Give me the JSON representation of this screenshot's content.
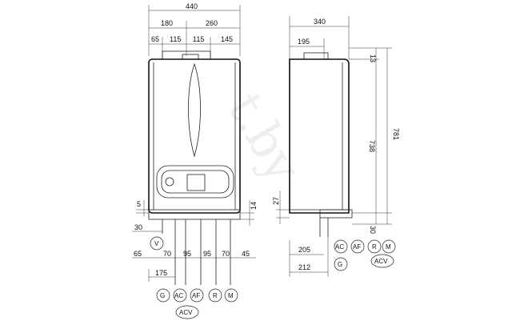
{
  "front": {
    "overall_width": "440",
    "left_span": "180",
    "right_span": "260",
    "top_segments": [
      "65",
      "115",
      "115",
      "145"
    ],
    "left_offsets": [
      "5",
      "30",
      "65"
    ],
    "right_offset": "14",
    "bottom_segments": [
      "70",
      "95",
      "95",
      "70",
      "45"
    ],
    "span_175": "175",
    "connections": [
      "G",
      "AC",
      "AF",
      "R",
      "M"
    ],
    "acv": "ACV",
    "valve": "V"
  },
  "side": {
    "depth": "340",
    "top_offset": "195",
    "height_738": "738",
    "height_781": "781",
    "top_13": "13",
    "left_27": "27",
    "bottom_30": "30",
    "bottom_205": "205",
    "bottom_212": "212",
    "connections": [
      "AC",
      "AF",
      "R",
      "M"
    ],
    "acv": "ACV",
    "gas": "G"
  },
  "watermark": "t.by"
}
